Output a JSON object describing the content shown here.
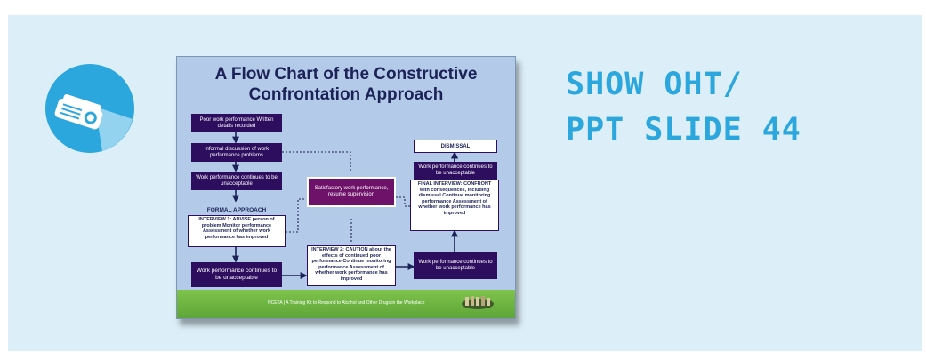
{
  "icon": {
    "name": "projector-icon",
    "bg_color": "#2ba7de"
  },
  "heading": {
    "line1": "SHOW OHT/",
    "line2": "PPT SLIDE 44",
    "color": "#2ba7de"
  },
  "slide": {
    "title_line1": "A Flow Chart of the Constructive",
    "title_line2": "Confrontation Approach",
    "boxes": {
      "poor": "Poor work performance Written details recorded",
      "informal": "Informal discussion of work performance problems",
      "continues1": "Work performance continues to be unacceptable",
      "formal": "FORMAL APPROACH",
      "interview1": "INTERVIEW 1: ADVISE person of problem Monitor performance Assessment of whether work performance has improved",
      "continues2": "Work performance continues to be unacceptable",
      "satisfactory": "Satisfactory work performance, resume supervision",
      "interview2": "INTERVIEW 2: CAUTION about the effects of continued poor performance Continue monitoring performance Assessment of whether work performance has improved",
      "dismissal": "DISMISSAL",
      "continues4": "Work performance continues to be unacceptable",
      "final": "FINAL INTERVIEW: CONFRONT with consequences, including dismissal Continue monitoring performance Assessment of whether work performance has improved",
      "continues3": "Work performance continues to be unacceptable"
    },
    "footer": "NCETA | A Training Kit to Respond to Alcohol and Other Drugs in the Workplace"
  }
}
